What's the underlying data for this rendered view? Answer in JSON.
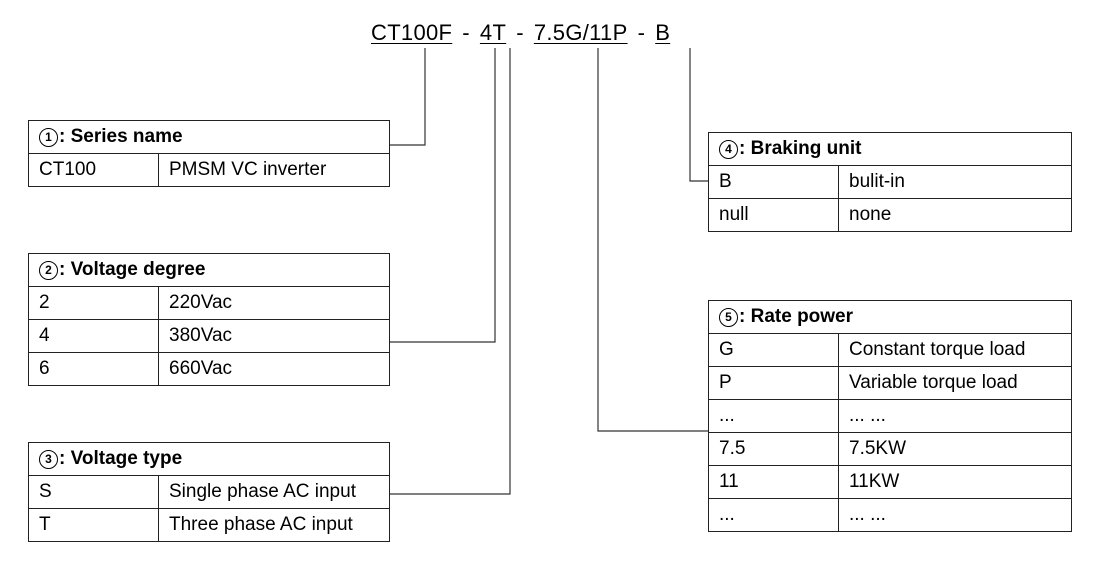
{
  "model_code": {
    "series": "CT100F",
    "voltage": "4T",
    "power": "7.5G/11P",
    "braking": "B",
    "separator": "-"
  },
  "tables": {
    "series": {
      "number": "1",
      "title": ": Series name",
      "rows": [
        [
          "CT100",
          "PMSM VC inverter"
        ]
      ]
    },
    "voltage_degree": {
      "number": "2",
      "title": ": Voltage degree",
      "rows": [
        [
          "2",
          "220Vac"
        ],
        [
          "4",
          "380Vac"
        ],
        [
          "6",
          "660Vac"
        ]
      ]
    },
    "voltage_type": {
      "number": "3",
      "title": ": Voltage type",
      "rows": [
        [
          "S",
          "Single phase AC input"
        ],
        [
          "T",
          "Three phase AC input"
        ]
      ]
    },
    "braking_unit": {
      "number": "4",
      "title": ": Braking unit",
      "rows": [
        [
          "B",
          "bulit-in"
        ],
        [
          "null",
          "none"
        ]
      ]
    },
    "rate_power": {
      "number": "5",
      "title": ": Rate power",
      "rows": [
        [
          "G",
          "Constant torque load"
        ],
        [
          "P",
          "Variable torque load"
        ],
        [
          "...",
          "... ..."
        ],
        [
          "7.5",
          "7.5KW"
        ],
        [
          "11",
          "11KW"
        ],
        [
          "...",
          "... ..."
        ]
      ]
    }
  }
}
